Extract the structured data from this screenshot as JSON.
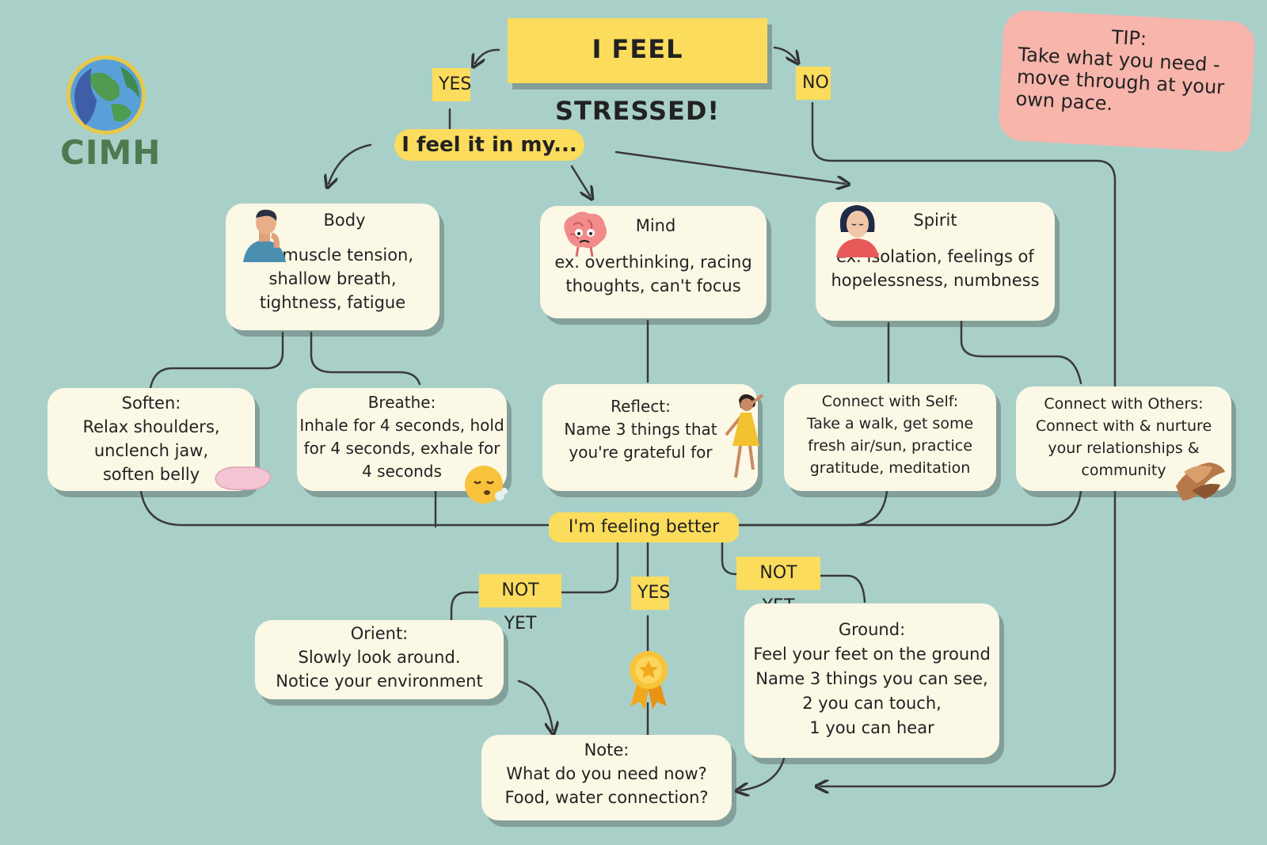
{
  "logo": {
    "text": "CIMH"
  },
  "title": "I FEEL STRESSED!",
  "tip": {
    "label": "TIP:",
    "text": "Take what you need -\nmove through at your\nown pace."
  },
  "labels": {
    "yes_top": "YES",
    "no_top": "NO",
    "feel_it": "I feel it in my...",
    "feeling_better": "I'm feeling better",
    "not_yet_left": "NOT YET",
    "yes_bottom": "YES",
    "not_yet_right": "NOT YET"
  },
  "categories": {
    "body": {
      "title": "Body",
      "text": "ex. muscle tension,\nshallow breath,\ntightness, fatigue",
      "icon": "person-neck-pain-icon"
    },
    "mind": {
      "title": "Mind",
      "text": "ex. overthinking, racing\nthoughts, can't focus",
      "icon": "brain-icon"
    },
    "spirit": {
      "title": "Spirit",
      "text": "ex.  isolation, feelings of\nhopelessness, numbness",
      "icon": "woman-icon"
    }
  },
  "strategies": {
    "soften": {
      "title": "Soften:",
      "text": "Relax shoulders,\nunclench jaw,\nsoften belly",
      "icon": "pillow-icon"
    },
    "breathe": {
      "title": "Breathe:",
      "text": "Inhale for 4 seconds, hold\nfor 4 seconds, exhale for\n4 seconds",
      "icon": "exhale-face-icon"
    },
    "reflect": {
      "title": "Reflect:",
      "text": "Name 3 things that\nyou're grateful for",
      "icon": "dancing-girl-icon"
    },
    "connect_self": {
      "title": "Connect with Self:",
      "text": "Take a walk, get some\nfresh air/sun, practice\ngratitude, meditation"
    },
    "connect_others": {
      "title": "Connect with Others:",
      "text": "Connect with & nurture\nyour relationships &\ncommunity",
      "icon": "stacked-hands-icon"
    }
  },
  "next_steps": {
    "orient": {
      "title": "Orient:",
      "text": "Slowly look around.\nNotice your environment"
    },
    "ground": {
      "title": "Ground:",
      "text": "Feel your feet on the ground\nName 3 things you can see,\n2 you can touch,\n1 you can hear"
    },
    "note": {
      "title": "Note:",
      "text": "What do you need now?\nFood, water connection?"
    }
  },
  "colors": {
    "background": "#a9d0c8",
    "card": "#fbf8e6",
    "label": "#fcdc5c",
    "tip": "#f7b5ab",
    "logo": "#4d7a50"
  }
}
